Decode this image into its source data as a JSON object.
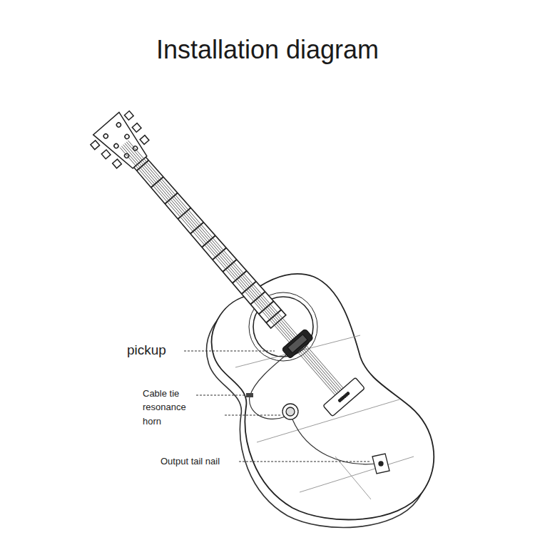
{
  "diagram": {
    "title": "Installation diagram",
    "labels": [
      "pickup",
      "Cable tie",
      "resonance horn",
      "Output tail nail"
    ]
  }
}
